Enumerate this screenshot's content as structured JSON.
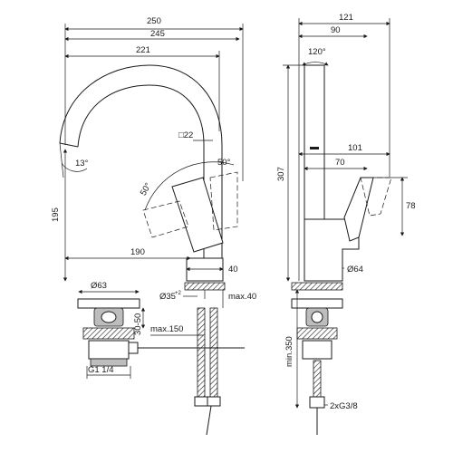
{
  "drawing": {
    "front": {
      "width_overall": "250",
      "width_spout_outer": "245",
      "width_spout_inner": "221",
      "spout_section": "□22",
      "spout_angle": "13°",
      "height_spout": "195",
      "handle_reach": "190",
      "lever_angle_left": "50°",
      "lever_angle_right": "50°",
      "base_width": "40"
    },
    "side": {
      "depth_overall": "121",
      "depth_top": "90",
      "rotation": "120°",
      "lever_reach": "101",
      "lever_offset": "70",
      "lever_height": "78",
      "total_height": "307",
      "base_diameter": "Ø64",
      "hose_length": "min.350",
      "connection": "2xG3/8"
    },
    "waste": {
      "flange_diameter": "Ø63",
      "height_range": "30-50",
      "thread": "G1 1/4",
      "rod_length": "max.150",
      "hole_diameter": "Ø35",
      "hole_tolerance": "+2",
      "deck_thickness": "max.40"
    }
  }
}
